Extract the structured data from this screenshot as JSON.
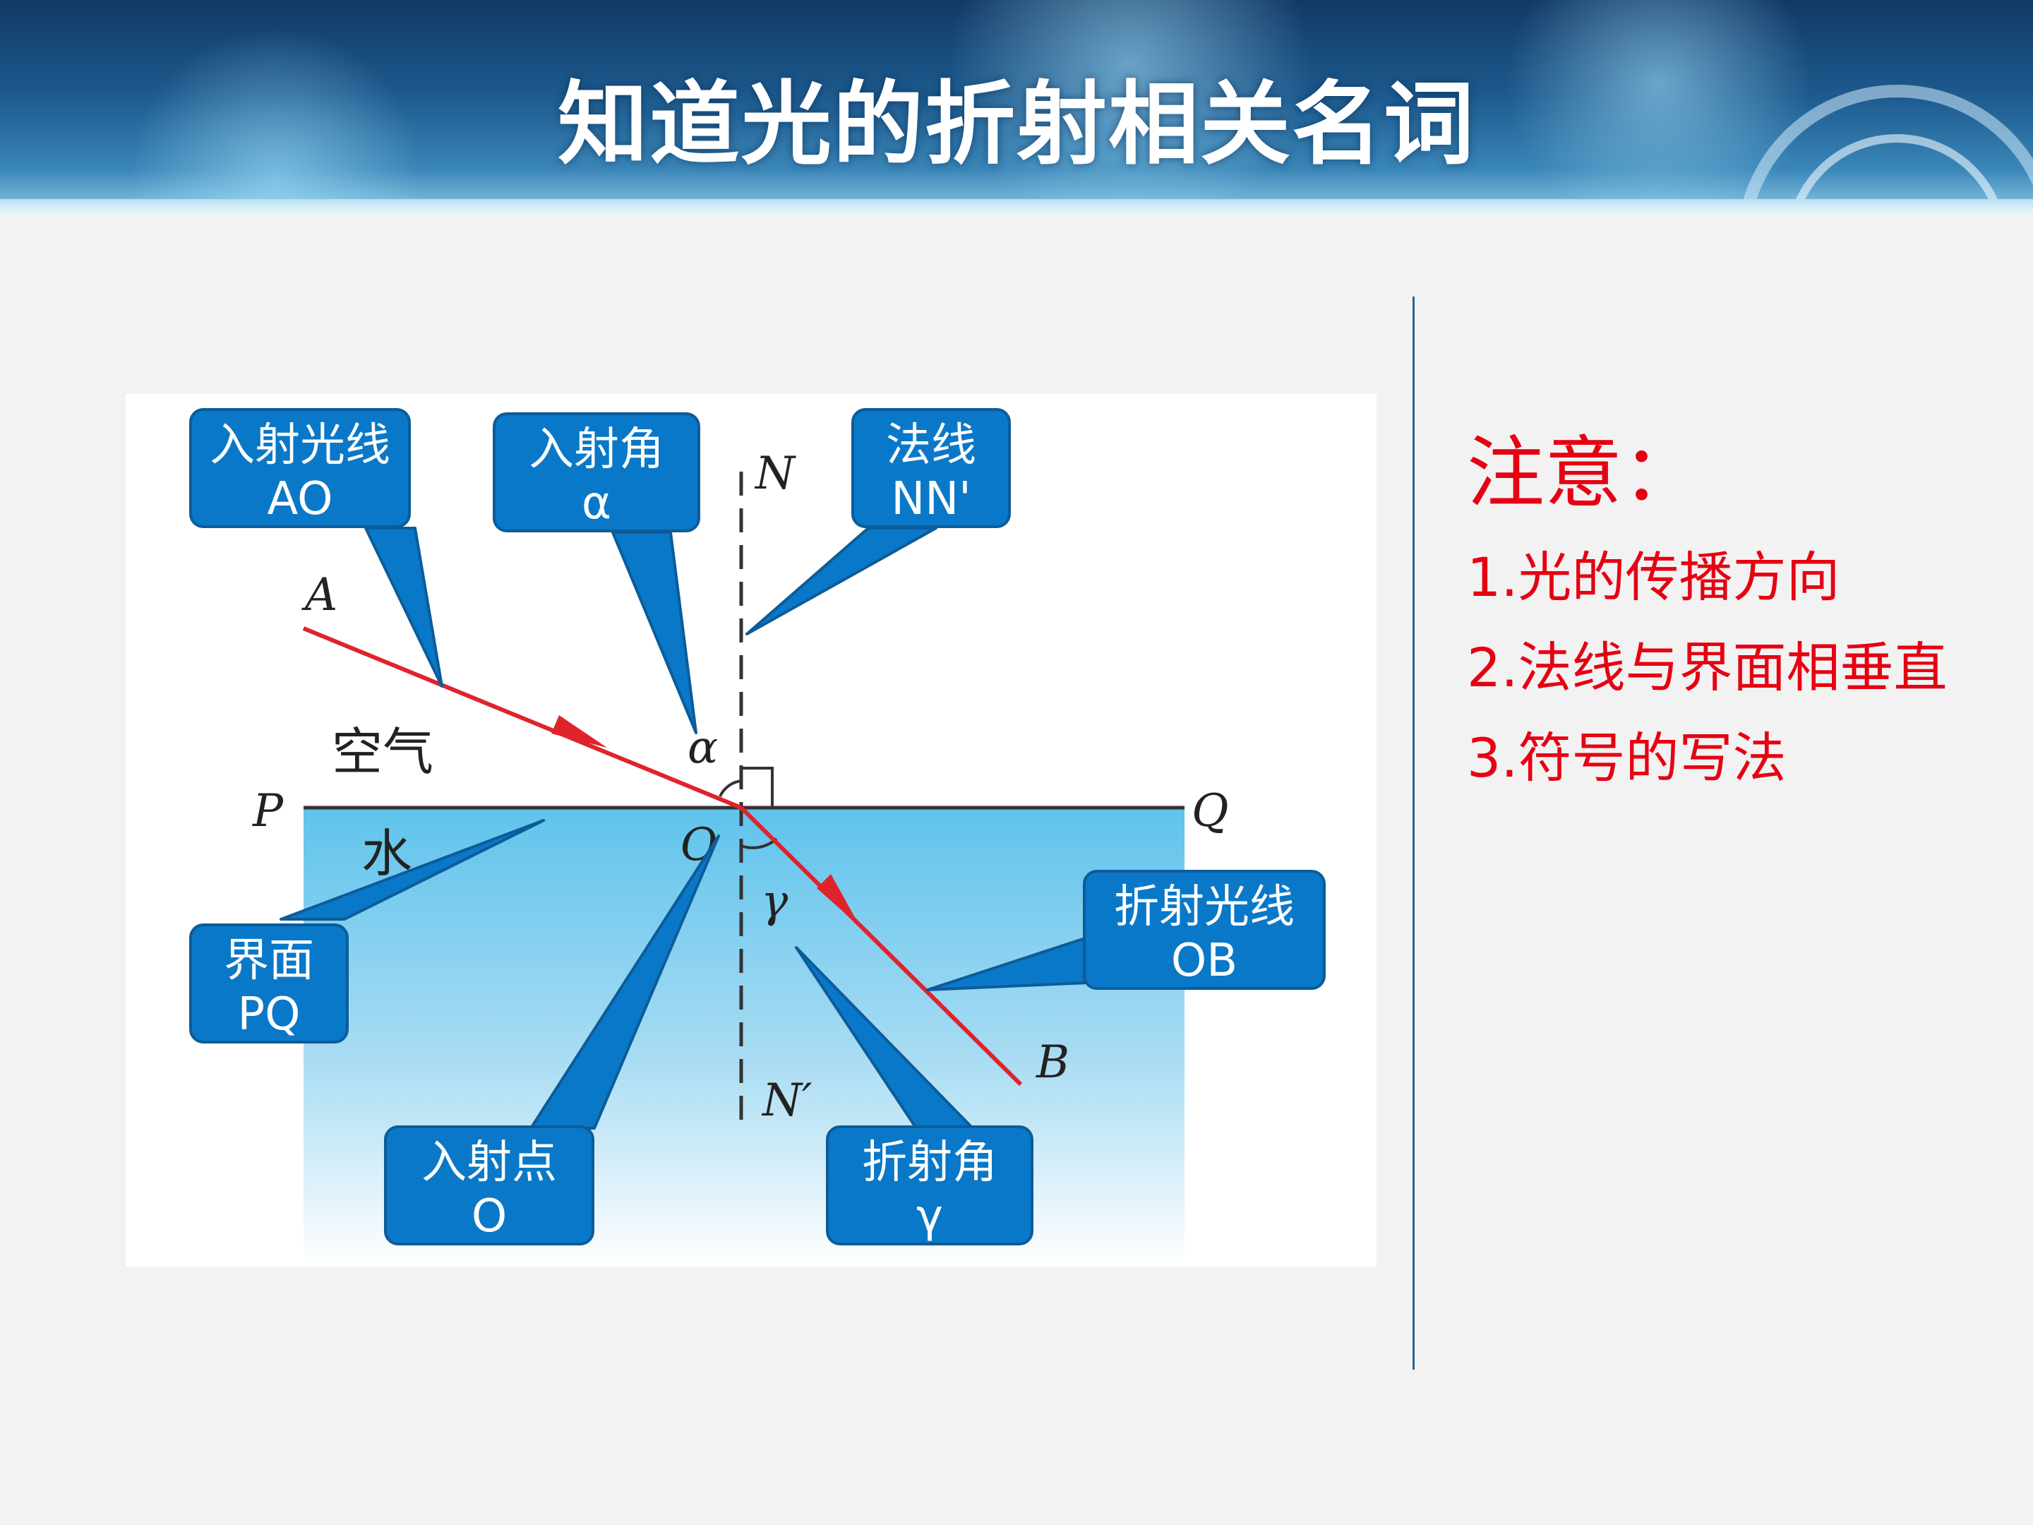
{
  "title": "知道光的折射相关名词",
  "diagram": {
    "callouts": {
      "incident_ray": {
        "line1": "入射光线",
        "line2": "AO"
      },
      "incident_angle": {
        "line1": "入射角",
        "line2": "α"
      },
      "normal": {
        "line1": "法线",
        "line2": "NN'"
      },
      "interface": {
        "line1": "界面",
        "line2": "PQ"
      },
      "incidence_point": {
        "line1": "入射点",
        "line2": "O"
      },
      "refraction_angle": {
        "line1": "折射角",
        "line2": "γ"
      },
      "refracted_ray": {
        "line1": "折射光线",
        "line2": "OB"
      }
    },
    "point_labels": {
      "A": "A",
      "B": "B",
      "P": "P",
      "Q": "Q",
      "O": "O",
      "N": "N",
      "N_prime": "N′",
      "alpha": "α",
      "gamma": "γ"
    },
    "media": {
      "air": "空气",
      "water": "水"
    }
  },
  "notes": {
    "heading": "注意：",
    "items": [
      "1.光的传播方向",
      "2.法线与界面相垂直",
      "3.符号的写法"
    ]
  },
  "colors": {
    "callout_fill": "#0a78c8",
    "ray": "#e0232b",
    "note_text": "#e60012",
    "water_top": "#5fc3ec"
  }
}
